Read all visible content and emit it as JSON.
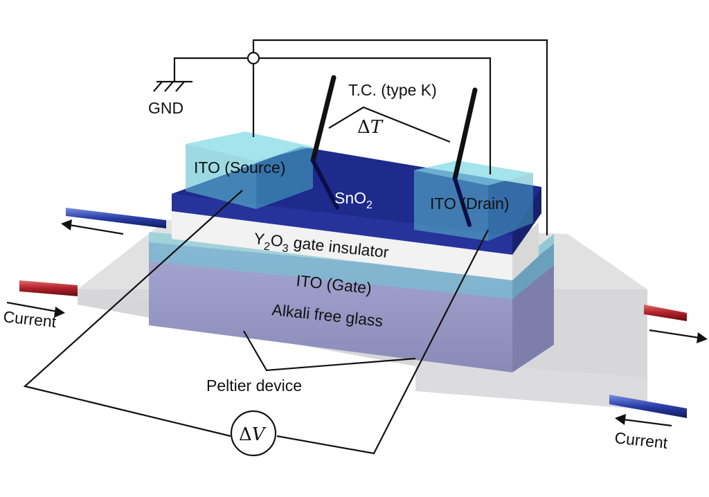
{
  "labels": {
    "tc": "T.C. (type K)",
    "delta": "Δ",
    "delta_t_var": "T",
    "gnd": "GND",
    "source": "ITO (Source)",
    "drain": "ITO (Drain)",
    "channel_base": "SnO",
    "channel_sub": "2",
    "insulator_pre": "Y",
    "insulator_sub1": "2",
    "insulator_mid": "O",
    "insulator_sub2": "3",
    "insulator_post": " gate insulator",
    "gate": "ITO (Gate)",
    "glass": "Alkali free glass",
    "peltier": "Peltier device",
    "current_left": "Current",
    "current_right": "Current",
    "delta_v_var": "V"
  },
  "colors": {
    "channel": "#1e2a8c",
    "ito": "#7fd6e0",
    "insulator": "#ececec",
    "glass": "#9a9ac8",
    "peltier": "#d4d4d6",
    "lead_red": "#b0202a",
    "lead_blue": "#2a3ea8"
  }
}
